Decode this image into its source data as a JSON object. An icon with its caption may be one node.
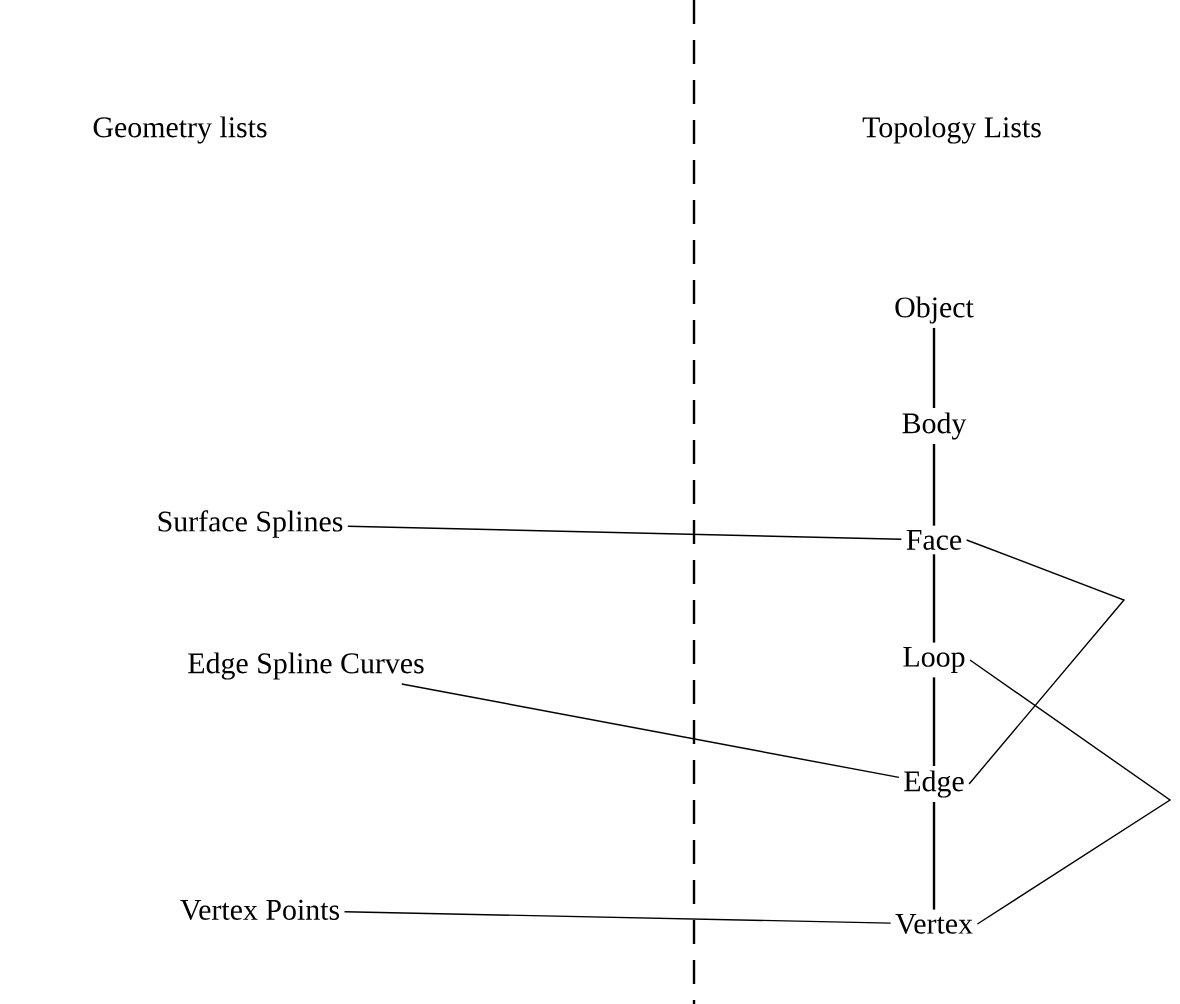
{
  "diagram": {
    "nodes": [
      {
        "text": [
          "Object"
        ]
      },
      {
        "text": [
          "Body"
        ]
      },
      {
        "text": [
          "Face"
        ]
      },
      {
        "text": [
          "Loop"
        ]
      },
      {
        "text": [
          "Edge"
        ]
      },
      {
        "text": [
          "Vertex"
        ]
      },
      {
        "text": [
          "Surface Splines"
        ]
      },
      {
        "text": [
          "Edge Spline Curves"
        ]
      },
      {
        "text": [
          "Vertex Points"
        ]
      }
    ],
    "edges": [
      {
        "from": 0,
        "to": 1,
        "arrow": "none"
      },
      {
        "from": 1,
        "to": 2,
        "arrow": "none"
      },
      {
        "from": 2,
        "to": 3,
        "arrow": "none"
      },
      {
        "from": 3,
        "to": 4,
        "arrow": "none"
      },
      {
        "from": 4,
        "to": 5,
        "arrow": "none"
      },
      {
        "from": 6,
        "to": 2,
        "arrow": "none"
      },
      {
        "from": 7,
        "to": 4,
        "arrow": "none"
      },
      {
        "from": 8,
        "to": 5,
        "arrow": "none"
      },
      {
        "from": 2,
        "to": 4,
        "arrow": "none"
      },
      {
        "from": 3,
        "to": 5,
        "arrow": "none"
      }
    ],
    "labels": [
      "Geometry lists",
      "Topology Lists"
    ]
  }
}
